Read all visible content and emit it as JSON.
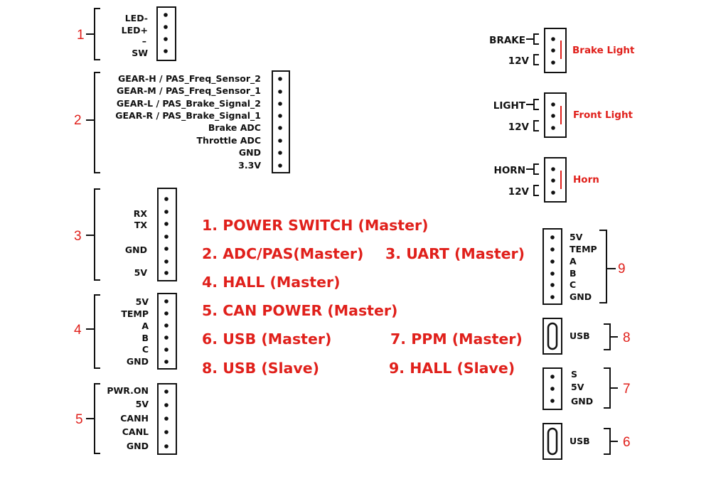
{
  "connectors": [
    {
      "id": "1",
      "number": "1",
      "pins": [
        "LED-",
        "LED+",
        "–",
        "SW"
      ]
    },
    {
      "id": "2",
      "number": "2",
      "pins": [
        "GEAR-H / PAS_Freq_Sensor_2",
        "GEAR-M / PAS_Freq_Sensor_1",
        "GEAR-L / PAS_Brake_Signal_2",
        "GEAR-R / PAS_Brake_Signal_1",
        "Brake ADC",
        "Throttle ADC",
        "GND",
        "3.3V"
      ]
    },
    {
      "id": "3",
      "number": "3",
      "pins": [
        "RX",
        "TX",
        "",
        "GND",
        "",
        "5V"
      ]
    },
    {
      "id": "4",
      "number": "4",
      "pins": [
        "5V",
        "TEMP",
        "A",
        "B",
        "C",
        "GND"
      ]
    },
    {
      "id": "5",
      "number": "5",
      "pins": [
        "PWR.ON",
        "5V",
        "CANH",
        "CANL",
        "GND"
      ]
    },
    {
      "id": "9",
      "number": "9",
      "pins": [
        "5V",
        "TEMP",
        "A",
        "B",
        "C",
        "GND"
      ]
    },
    {
      "id": "8",
      "number": "8",
      "pins": [
        "USB"
      ]
    },
    {
      "id": "7",
      "number": "7",
      "pins": [
        "S",
        "5V",
        "GND"
      ]
    },
    {
      "id": "6",
      "number": "6",
      "pins": [
        "USB"
      ]
    }
  ],
  "devices": [
    {
      "id": "brake",
      "pins": [
        "BRAKE",
        "12V"
      ],
      "name": "Brake Light"
    },
    {
      "id": "front",
      "pins": [
        "LIGHT",
        "12V"
      ],
      "name": "Front Light"
    },
    {
      "id": "horn",
      "pins": [
        "HORN",
        "12V"
      ],
      "name": "Horn"
    }
  ],
  "legend": [
    "1. POWER SWITCH (Master)",
    "2. ADC/PAS(Master)",
    "3. UART (Master)",
    "4. HALL (Master)",
    "5. CAN POWER (Master)",
    "6. USB (Master)",
    "7. PPM (Master)",
    "8. USB (Slave)",
    "9. HALL (Slave)"
  ],
  "colors": {
    "accent": "#e0201b",
    "ink": "#111111"
  }
}
